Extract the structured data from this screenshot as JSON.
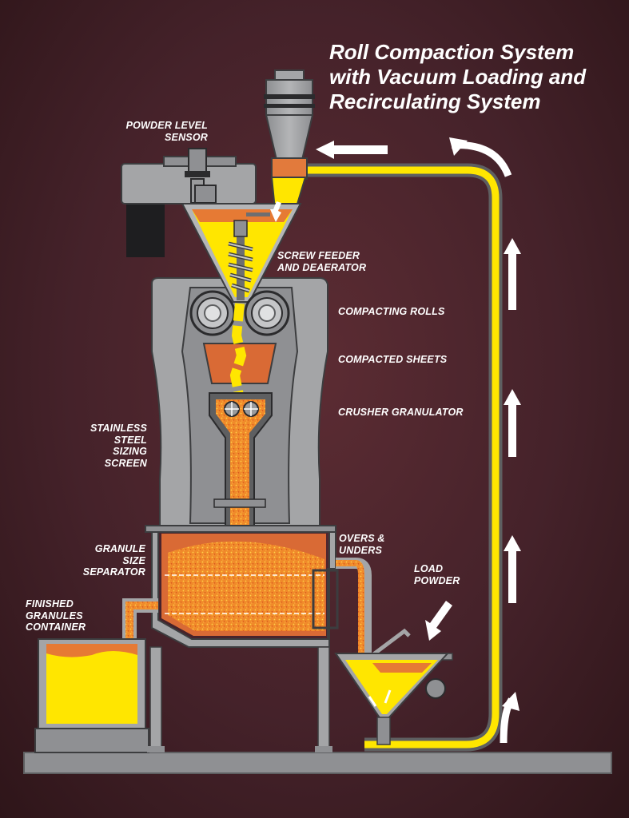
{
  "title": "Roll Compaction System\nwith Vacuum Loading and\nRecirculating System",
  "labels": {
    "powder_level_sensor": "POWDER LEVEL\nSENSOR",
    "screw_feeder": "SCREW FEEDER\nAND DEAERATOR",
    "compacting_rolls": "COMPACTING ROLLS",
    "compacted_sheets": "COMPACTED SHEETS",
    "crusher_granulator": "CRUSHER GRANULATOR",
    "sizing_screen": "STAINLESS\nSTEEL\nSIZING\nSCREEN",
    "overs_unders": "OVERS &\nUNDERS",
    "size_separator": "GRANULE\nSIZE\nSEPARATOR",
    "load_powder": "LOAD\nPOWDER",
    "finished_container": "FINISHED\nGRANULES\nCONTAINER"
  },
  "colors": {
    "powder": "#ffe600",
    "granules": "#f0822a",
    "machine_gray": "#a4a5a7",
    "background": "#4a242b",
    "arrow": "#ffffff"
  }
}
